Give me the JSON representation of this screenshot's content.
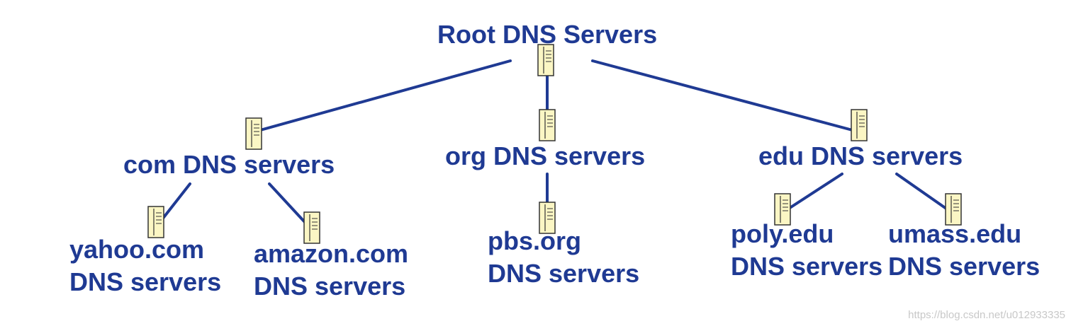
{
  "colors": {
    "text": "#1f3a93",
    "line": "#1f3a93",
    "server_fill": "#fbf6c4",
    "server_stroke": "#333333",
    "watermark": "#c8c8c8"
  },
  "nodes": {
    "root": {
      "label": "Root DNS Servers",
      "icon": "server-icon"
    },
    "com": {
      "label": "com DNS servers",
      "icon": "server-icon"
    },
    "org": {
      "label": "org DNS servers",
      "icon": "server-icon"
    },
    "edu": {
      "label": "edu DNS servers",
      "icon": "server-icon"
    },
    "yahoo": {
      "line1": "yahoo.com",
      "line2": "DNS servers",
      "icon": "server-icon"
    },
    "amazon": {
      "line1": "amazon.com",
      "line2": "DNS servers",
      "icon": "server-icon"
    },
    "pbs": {
      "line1": "pbs.org",
      "line2": "DNS servers",
      "icon": "server-icon"
    },
    "poly": {
      "line1": "poly.edu",
      "line2": "DNS servers",
      "icon": "server-icon"
    },
    "umass": {
      "line1": "umass.edu",
      "line2": "DNS servers",
      "icon": "server-icon"
    }
  },
  "watermark": "https://blog.csdn.net/u012933335"
}
